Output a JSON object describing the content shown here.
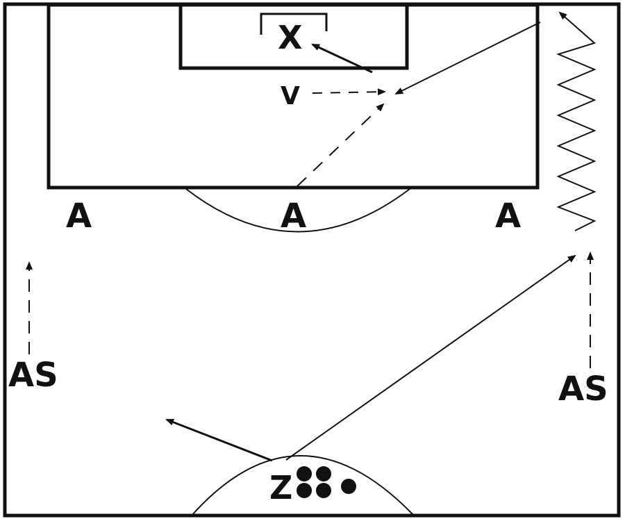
{
  "labels": {
    "goalkeeper": "X",
    "defender": "V",
    "attacker_left": "A",
    "attacker_center": "A",
    "attacker_right": "A",
    "wing_left": "AS",
    "wing_right": "AS",
    "start_player": "Z"
  },
  "colors": {
    "line": "#111111",
    "background": "#ffffff"
  },
  "icons": {
    "balls": "ball-icon"
  }
}
